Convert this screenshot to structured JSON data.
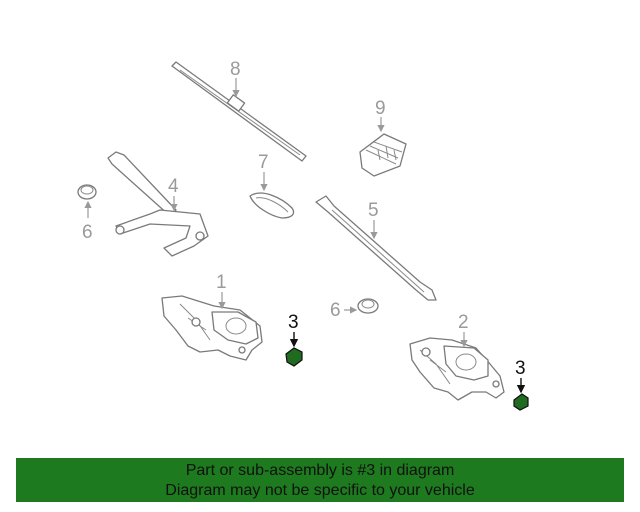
{
  "callouts": {
    "c1": "1",
    "c2": "2",
    "c3a": "3",
    "c3b": "3",
    "c4": "4",
    "c5": "5",
    "c6a": "6",
    "c6b": "6",
    "c7": "7",
    "c8": "8",
    "c9": "9"
  },
  "banner": {
    "line1": "Part or sub-assembly is #3 in diagram",
    "line2": "Diagram may not be specific to your vehicle"
  },
  "colors": {
    "highlight_part": "#1f6b1f",
    "banner_background": "#1e7a1e",
    "drawing_line": "#7a7a7a"
  }
}
